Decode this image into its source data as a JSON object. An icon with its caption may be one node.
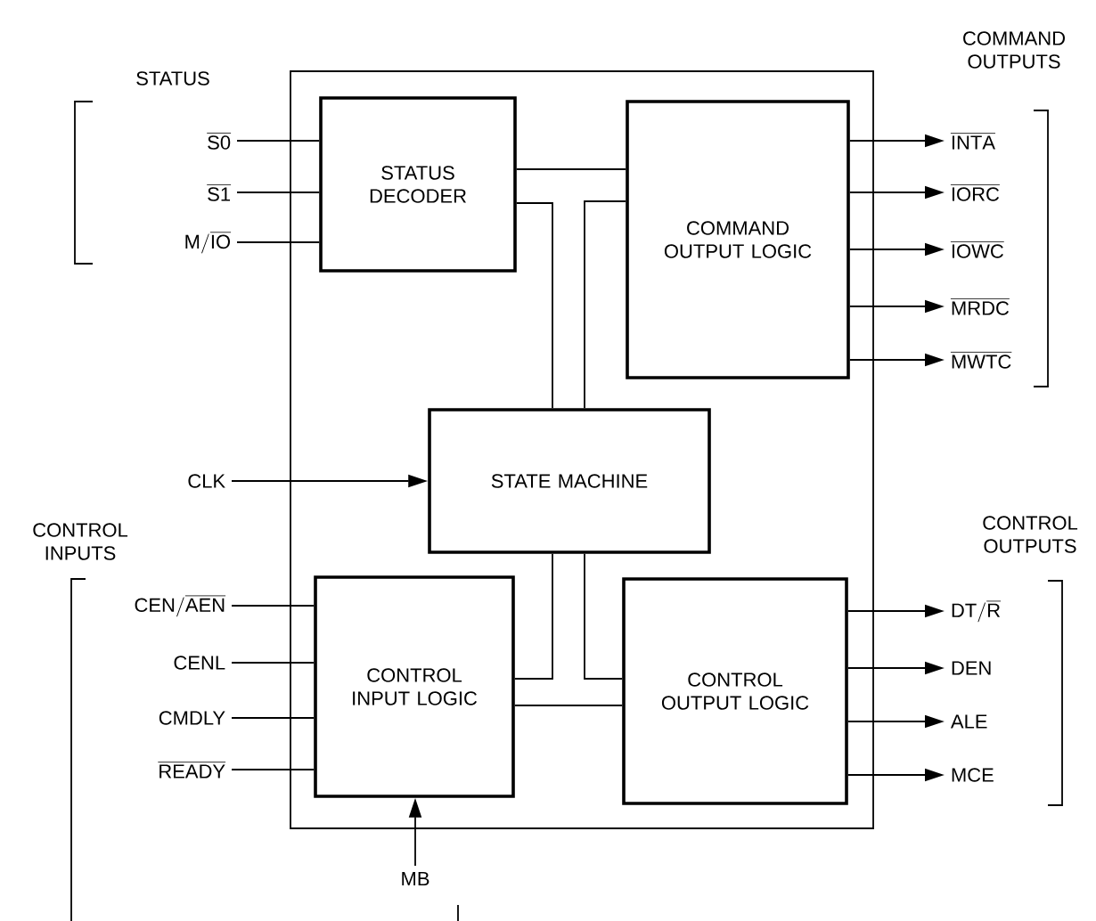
{
  "diagram": {
    "nodes": [
      {
        "text": [],
        "shape": "box"
      },
      {
        "text": [
          "STATUS DECODER"
        ],
        "in": 0
      },
      {
        "text": [
          "COMMAND OUTPUT LOGIC"
        ],
        "in": 0
      },
      {
        "text": [
          "STATE MACHINE"
        ],
        "in": 0
      },
      {
        "text": [
          "CONTROL INPUT LOGIC"
        ],
        "in": 0
      },
      {
        "text": [
          "CONTROL OUTPUT LOGIC"
        ],
        "in": 0
      },
      {
        "text": [
          "\\overline{\\mathrm{S0}}"
        ]
      },
      {
        "text": [
          "\\overline{\\mathrm{S1}}"
        ]
      },
      {
        "text": [
          "\\mathrm{M/\\overline{IO}}"
        ]
      },
      {
        "text": [
          "CLK"
        ]
      },
      {
        "text": [
          "\\mathrm{CEN/\\overline{AEN}}"
        ]
      },
      {
        "text": [
          "CENL"
        ]
      },
      {
        "text": [
          "CMDLY"
        ]
      },
      {
        "text": [
          "\\overline{\\mathrm{READY}}"
        ]
      },
      {
        "text": [
          "MB"
        ]
      },
      {
        "text": [
          "\\overline{\\mathrm{INTA}}"
        ]
      },
      {
        "text": [
          "\\overline{\\mathrm{IORC}}"
        ]
      },
      {
        "text": [
          "\\overline{\\mathrm{IOWC}}"
        ]
      },
      {
        "text": [
          "\\overline{\\mathrm{MRDC}}"
        ]
      },
      {
        "text": [
          "\\overline{\\mathrm{MWTC}}"
        ]
      },
      {
        "text": [
          "\\mathrm{DT/\\overline{R}}"
        ]
      },
      {
        "text": [
          "DEN"
        ]
      },
      {
        "text": [
          "ALE"
        ]
      },
      {
        "text": [
          "MCE"
        ]
      }
    ],
    "edges": [
      {
        "from": 6,
        "to": 1,
        "arrow": "none"
      },
      {
        "from": 7,
        "to": 1,
        "arrow": "none"
      },
      {
        "from": 8,
        "to": 1,
        "arrow": "none"
      },
      {
        "from": 9,
        "to": 3,
        "arrow": "to"
      },
      {
        "from": 10,
        "to": 4,
        "arrow": "none"
      },
      {
        "from": 11,
        "to": 4,
        "arrow": "none"
      },
      {
        "from": 12,
        "to": 4,
        "arrow": "none"
      },
      {
        "from": 13,
        "to": 4,
        "arrow": "none"
      },
      {
        "from": 14,
        "to": 4,
        "arrow": "to"
      },
      {
        "from": 2,
        "to": 15,
        "arrow": "to"
      },
      {
        "from": 2,
        "to": 16,
        "arrow": "to"
      },
      {
        "from": 2,
        "to": 17,
        "arrow": "to"
      },
      {
        "from": 2,
        "to": 18,
        "arrow": "to"
      },
      {
        "from": 2,
        "to": 19,
        "arrow": "to"
      },
      {
        "from": 5,
        "to": 20,
        "arrow": "to"
      },
      {
        "from": 5,
        "to": 21,
        "arrow": "to"
      },
      {
        "from": 5,
        "to": 22,
        "arrow": "to"
      },
      {
        "from": 5,
        "to": 23,
        "arrow": "to"
      },
      {
        "from": 1,
        "to": 2,
        "arrow": "none"
      },
      {
        "from": 1,
        "to": 3,
        "arrow": "none"
      },
      {
        "from": 3,
        "to": 2,
        "arrow": "none"
      },
      {
        "from": 3,
        "to": 4,
        "arrow": "none"
      },
      {
        "from": 4,
        "to": 5,
        "arrow": "none"
      },
      {
        "from": 3,
        "to": 5,
        "arrow": "none"
      }
    ],
    "labels": [
      "COMMAND OUTPUTS",
      "STATUS",
      "CONTROL INPUTS",
      "CONTROL OUTPUTS"
    ]
  }
}
